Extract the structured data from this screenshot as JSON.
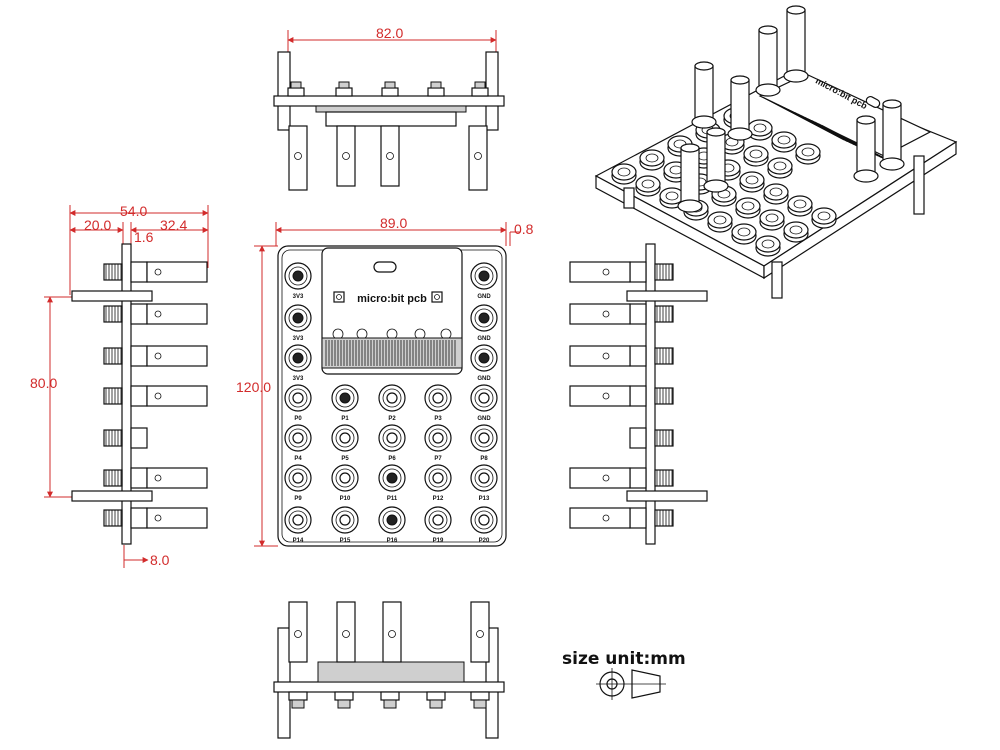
{
  "dimensions": {
    "top_width": "82.0",
    "front_width": "89.0",
    "front_offset": "0.8",
    "front_height": "120.0",
    "side_total": "54.0",
    "side_left": "20.0",
    "side_right": "32.4",
    "side_board": "1.6",
    "side_pitch": "80.0",
    "side_bottom": "8.0"
  },
  "board": {
    "title": "micro:bit pcb",
    "rows": [
      [
        "3V3",
        "",
        "",
        "",
        "GND"
      ],
      [
        "3V3",
        "",
        "",
        "",
        "GND"
      ],
      [
        "3V3",
        "",
        "",
        "",
        "GND"
      ],
      [
        "P0",
        "P1",
        "P2",
        "P3",
        "GND"
      ],
      [
        "P4",
        "P5",
        "P6",
        "P7",
        "P8"
      ],
      [
        "P9",
        "P10",
        "P11",
        "P12",
        "P13"
      ],
      [
        "P14",
        "P15",
        "P16",
        "P19",
        "P20"
      ]
    ]
  },
  "legend": {
    "unit_text": "size unit:mm"
  },
  "colors": {
    "dimension": "#d22b2b",
    "line": "#111111"
  }
}
